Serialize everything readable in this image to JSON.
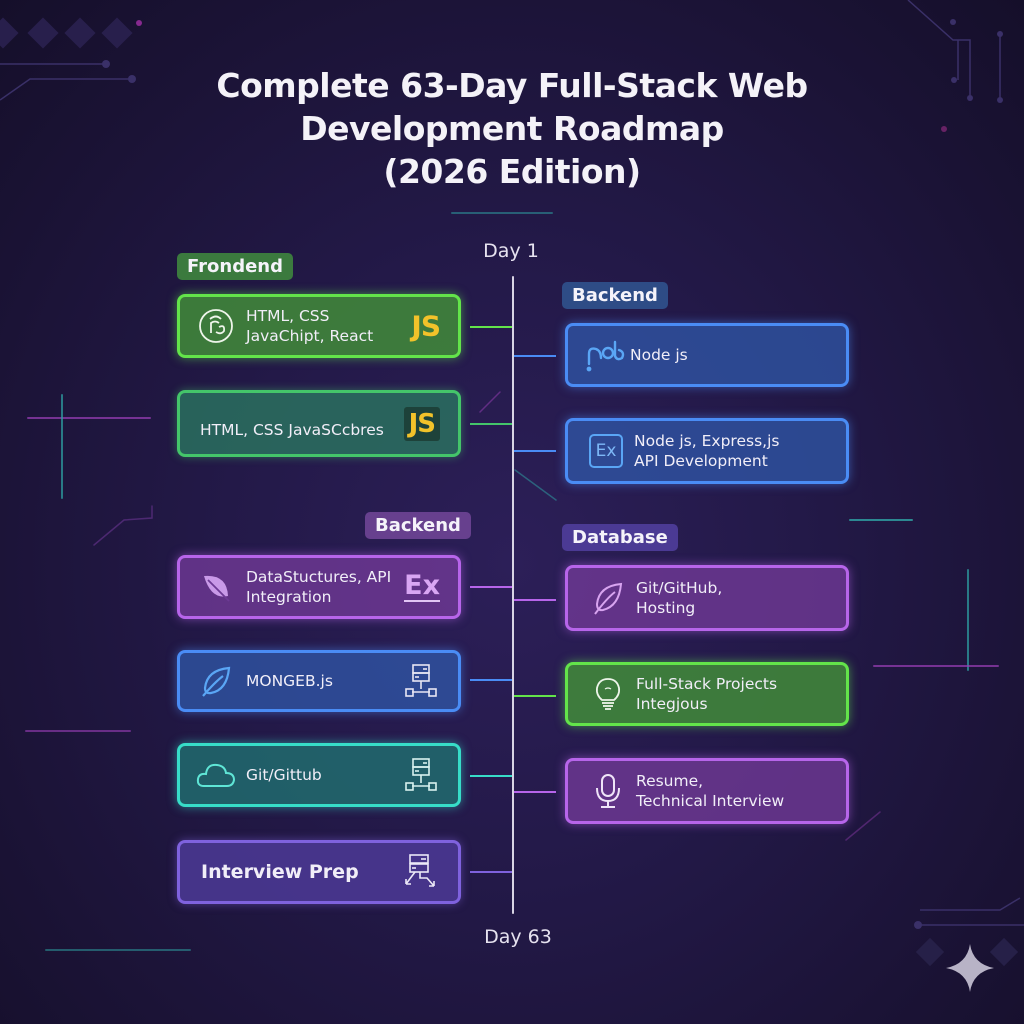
{
  "title": {
    "line1": "Complete 63-Day Full-Stack Web",
    "line2": "Development Roadmap",
    "line3": "(2026 Edition)"
  },
  "timeline": {
    "start_label": "Day 1",
    "end_label": "Day 63"
  },
  "tags": {
    "frontend": "Frondend",
    "backend_right": "Backend",
    "backend_left": "Backend",
    "database": "Database"
  },
  "left_cards": [
    {
      "line1": "HTML, CSS",
      "line2": "JavaChipt, React",
      "icon": "react-circle-icon",
      "right_icon": "js-logo-icon",
      "right_text": "JS",
      "color": "#63e44a"
    },
    {
      "line1": "HTML, CSS JavaSCcbres",
      "line2": "",
      "icon": "",
      "right_icon": "js-logo-icon",
      "right_text": "JS",
      "color": "#44c56a"
    },
    {
      "line1": "DataStuctures, API",
      "line2": "Integration",
      "icon": "leaf-icon",
      "right_icon": "express-logo-icon",
      "right_text": "Ex",
      "color": "#b765ea"
    },
    {
      "line1": "MONGEB.js",
      "line2": "",
      "icon": "leaf-icon",
      "right_icon": "server-network-icon",
      "right_text": "",
      "color": "#4a8cf5"
    },
    {
      "line1": "Git/Gittub",
      "line2": "",
      "icon": "cloud-icon",
      "right_icon": "server-network-icon",
      "right_text": "",
      "color": "#37ddc8"
    },
    {
      "line1": "Interview Prep",
      "line2": "",
      "icon": "",
      "right_icon": "server-arrows-icon",
      "right_text": "",
      "color": "#7f62de"
    }
  ],
  "right_cards": [
    {
      "line1": "Node js",
      "line2": "",
      "icon": "nodejs-icon",
      "color": "#4a8cf5"
    },
    {
      "line1": "Node js, Express,js",
      "line2": "API Development",
      "icon": "express-box-icon",
      "icon_text": "Ex",
      "color": "#4a8cf5"
    },
    {
      "line1": "Git/GitHub,",
      "line2": "Hosting",
      "icon": "leaf-icon",
      "color": "#b765ea"
    },
    {
      "line1": "Full-Stack Projects",
      "line2": "Integjous",
      "icon": "lightbulb-icon",
      "color": "#63e44a"
    },
    {
      "line1": "Resume,",
      "line2": "Technical Interview",
      "icon": "microphone-icon",
      "color": "#b765ea"
    }
  ],
  "colors": {
    "background": "#231948",
    "green": "#63e44a",
    "teal_green": "#44c56a",
    "blue": "#4a8cf5",
    "purple": "#b765ea",
    "cyan": "#37ddc8",
    "violet": "#7f62de",
    "js_yellow": "#f2c22a",
    "timeline": "#d8d4e4"
  }
}
